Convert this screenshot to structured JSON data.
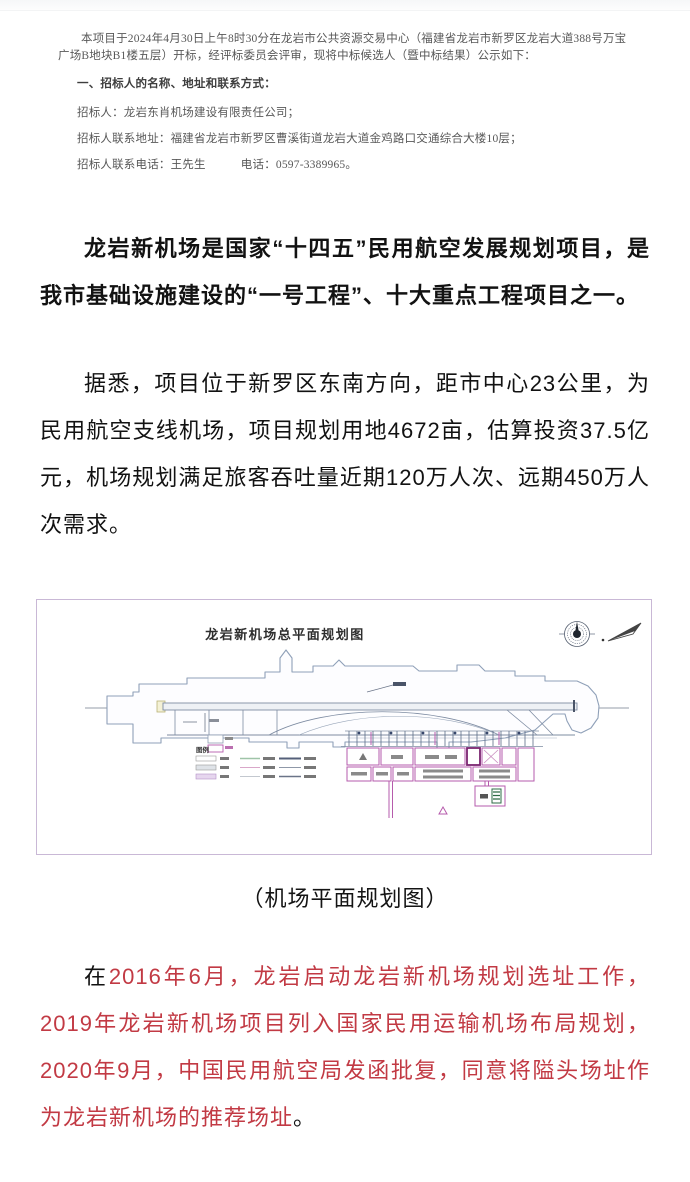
{
  "notice": {
    "para": "本项目于2024年4月30日上午8时30分在龙岩市公共资源交易中心（福建省龙岩市新罗区龙岩大道388号万宝广场B地块B1楼五层）开标，经评标委员会评审，现将中标候选人（暨中标结果）公示如下：",
    "heading": "一、招标人的名称、地址和联系方式：",
    "items": [
      "招标人：龙岩东肖机场建设有限责任公司；",
      "招标人联系地址：福建省龙岩市新罗区曹溪街道龙岩大道金鸡路口交通综合大楼10层；",
      "招标人联系电话：王先生　　　电话：0597-3389965。"
    ]
  },
  "article": {
    "para1": "龙岩新机场是国家“十四五”民用航空发展规划项目，是我市基础设施建设的“一号工程”、十大重点工程项目之一。",
    "para2": "据悉，项目位于新罗区东南方向，距市中心23公里，为民用航空支线机场，项目规划用地4672亩，估算投资37.5亿元，机场规划满足旅客吞吐量近期120万人次、远期450万人次需求。",
    "caption": "（机场平面规划图）",
    "para3_prefix": "在",
    "para3_red": "2016年6月，龙岩启动龙岩新机场规划选址工作，2019年龙岩新机场项目列入国家民用运输机场布局规划，2020年9月，中国民用航空局发函批复，同意将隘头场址作为龙岩新机场的推荐场址",
    "para3_suffix": "。"
  },
  "figure": {
    "title": "龙岩新机场总平面规划图",
    "legend_label": "图例"
  },
  "colors": {
    "accent_red": "#c23a44",
    "plan_outline": "#8fa0b8",
    "plan_pink": "#b65bac",
    "figure_border": "#c9b8d6"
  }
}
